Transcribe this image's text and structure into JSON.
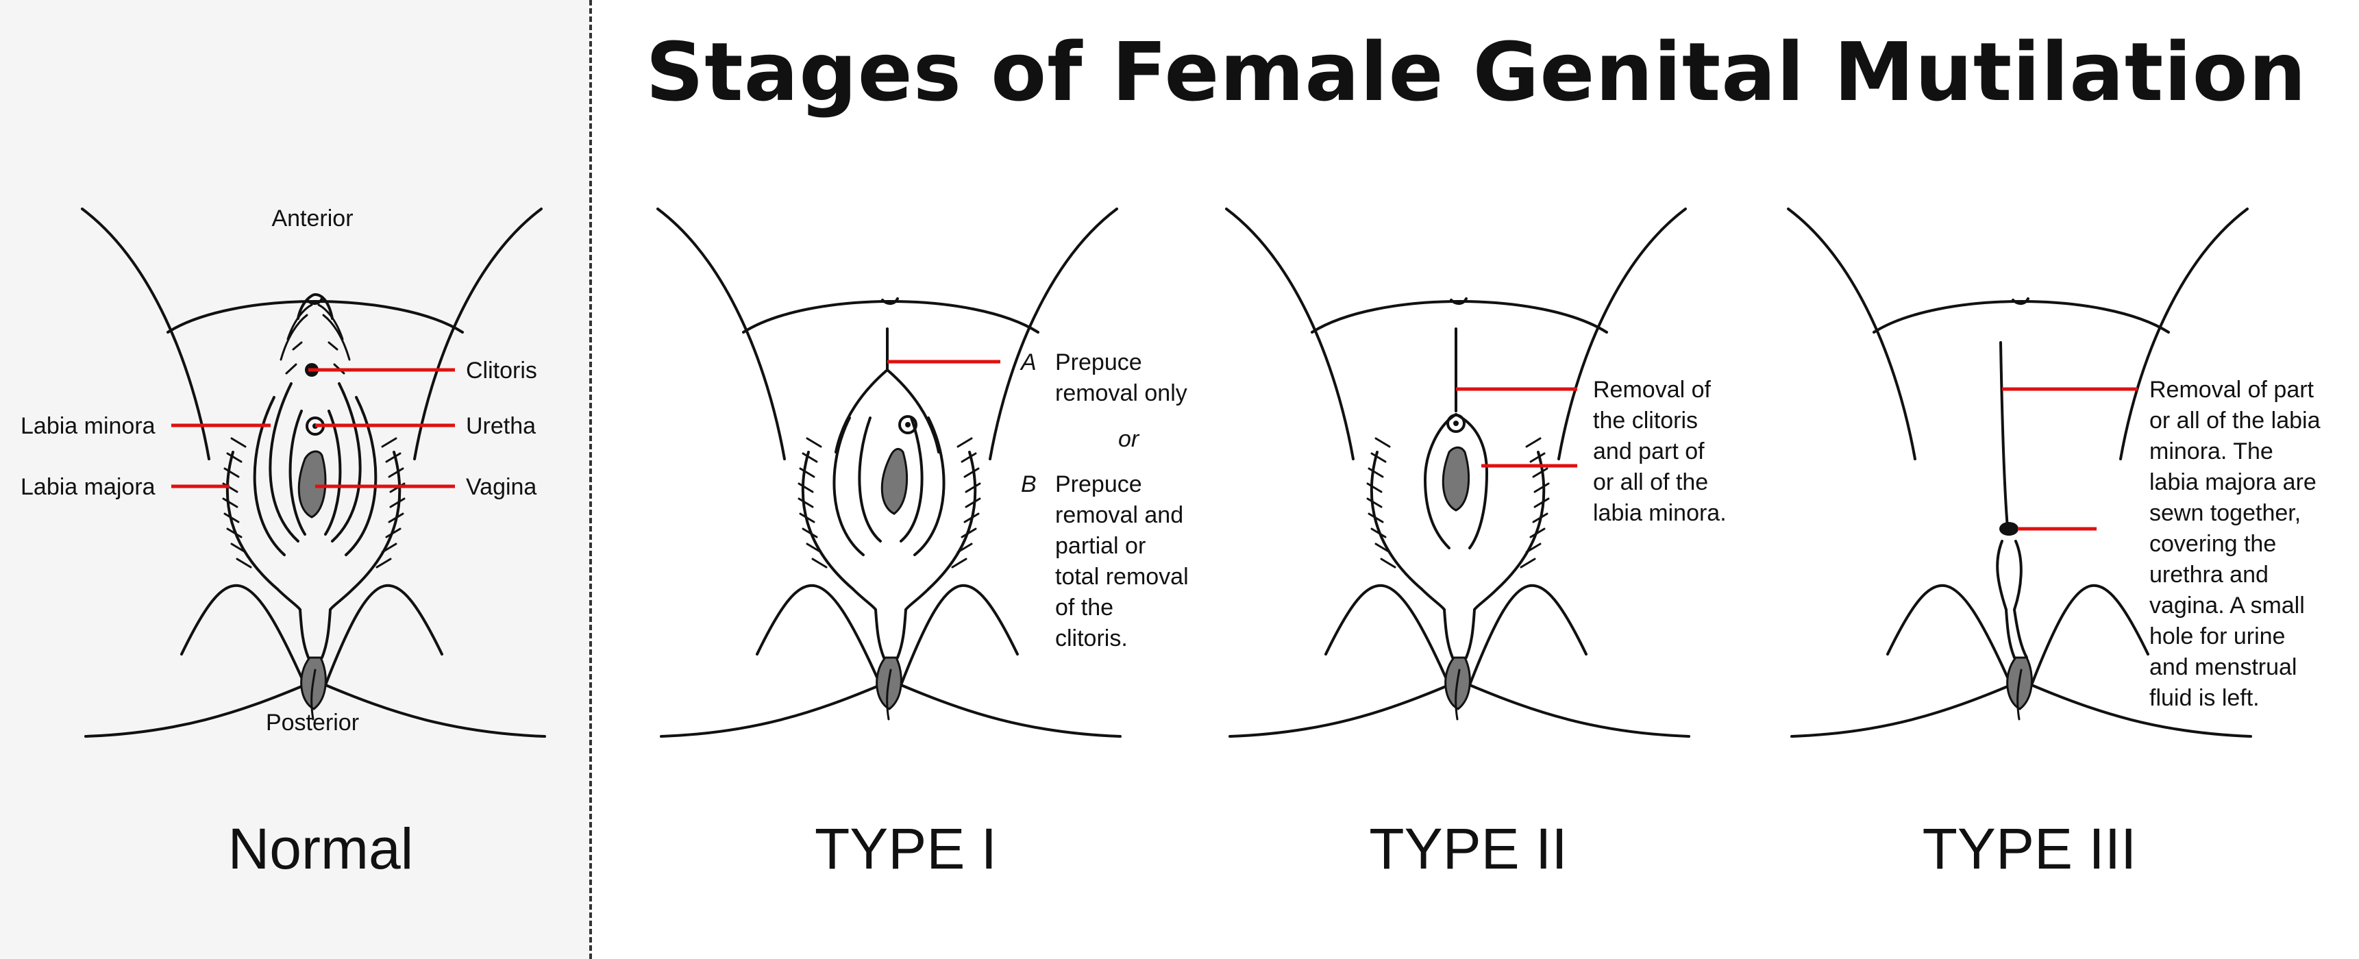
{
  "title": "Stages of Female Genital Mutilation",
  "normal": {
    "anterior": "Anterior",
    "posterior": "Posterior",
    "caption": "Normal",
    "labels": {
      "clitoris": "Clitoris",
      "uretha": "Uretha",
      "vagina": "Vagina",
      "labia_minora": "Labia minora",
      "labia_majora": "Labia majora"
    }
  },
  "type1": {
    "caption": "TYPE I",
    "a_letter": "A",
    "a_lines": [
      "Prepuce",
      "removal only"
    ],
    "or": "or",
    "b_letter": "B",
    "b_lines": [
      "Prepuce",
      "removal and",
      "partial or",
      "total removal",
      "of the",
      "clitoris."
    ]
  },
  "type2": {
    "caption": "TYPE II",
    "lines": [
      "Removal of",
      "the clitoris",
      "and part of",
      "or all of the",
      "labia minora."
    ]
  },
  "type3": {
    "caption": "TYPE III",
    "lines": [
      "Removal of part",
      "or all of the labia",
      "minora. The",
      "labia majora are",
      "sewn together,",
      "covering the",
      "urethra and",
      "vagina. A small",
      "hole for urine",
      "and menstrual",
      "fluid is left."
    ]
  },
  "colors": {
    "pointer": "#e01010",
    "normal_panel_bg": "#f5f5f5",
    "tissue": "#777777"
  }
}
